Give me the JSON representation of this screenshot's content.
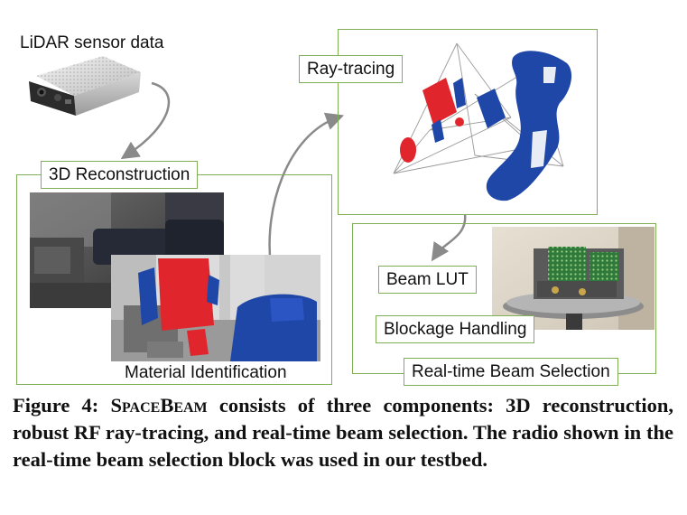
{
  "figure": {
    "sensor_label": "LiDAR sensor data",
    "reconstruction": {
      "title": "3D Reconstruction",
      "material_label": "Material Identification"
    },
    "raytracing": {
      "title": "Ray-tracing"
    },
    "beam_selection": {
      "lut_label": "Beam LUT",
      "blockage_label": "Blockage Handling",
      "title": "Real-time Beam Selection"
    },
    "colors": {
      "box_border": "#7fae55",
      "arrow": "#8a8a8a",
      "metal_red": "#e0262c",
      "wood_blue": "#1f47a8"
    }
  },
  "caption": {
    "prefix": "Figure 4: ",
    "system_name": "SpaceBeam",
    "text": " consists of three components: 3D reconstruction, robust RF ray-tracing, and real-time beam selection. The radio shown in the real-time beam selection block was used in our testbed."
  }
}
